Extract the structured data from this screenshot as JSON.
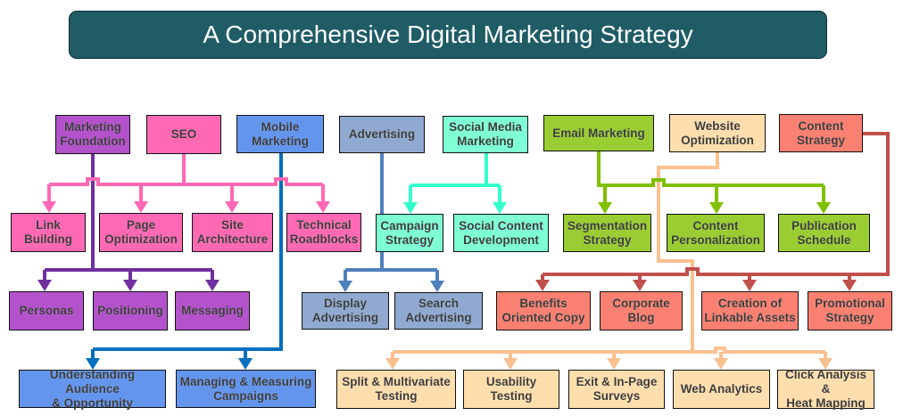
{
  "title": "A Comprehensive Digital Marketing Strategy",
  "colors": {
    "title_bg": "#1f5c66",
    "purple": "#b452cc",
    "purple_line": "#7030a0",
    "pink": "#ff69b4",
    "pink_line": "#ff5c8a",
    "blue": "#6495ed",
    "blue_line": "#0070c0",
    "steel": "#8fa9d0",
    "steel_line": "#4f81bd",
    "aqua": "#7fffd4",
    "aqua_line": "#33ffcc",
    "green": "#9acd32",
    "green_line": "#80c000",
    "peach": "#ffdead",
    "peach_line": "#fac090",
    "salmon": "#fa8072",
    "salmon_line": "#c0504d"
  },
  "categories": {
    "marketing_foundation": "Marketing\nFoundation",
    "seo": "SEO",
    "mobile_marketing": "Mobile\nMarketing",
    "advertising": "Advertising",
    "social_media_marketing": "Social Media\nMarketing",
    "email_marketing": "Email Marketing",
    "website_optimization": "Website\nOptimization",
    "content_strategy": "Content\nStrategy"
  },
  "items": {
    "link_building": "Link\nBuilding",
    "page_optimization": "Page\nOptimization",
    "site_architecture": "Site\nArchitecture",
    "technical_roadblocks": "Technical\nRoadblocks",
    "campaign_strategy": "Campaign\nStrategy",
    "social_content_development": "Social Content\nDevelopment",
    "segmentation_strategy": "Segmentation\nStrategy",
    "content_personalization": "Content\nPersonalization",
    "publication_schedule": "Publication\nSchedule",
    "personas": "Personas",
    "positioning": "Positioning",
    "messaging": "Messaging",
    "display_advertising": "Display\nAdvertising",
    "search_advertising": "Search\nAdvertising",
    "benefits_oriented_copy": "Benefits\nOriented Copy",
    "corporate_blog": "Corporate\nBlog",
    "creation_of_linkable_assets": "Creation of\nLinkable Assets",
    "promotional_strategy": "Promotional\nStrategy",
    "understanding_audience": "Understanding Audience\n& Opportunity",
    "managing_measuring_campaigns": "Managing & Measuring\nCampaigns",
    "split_multivariate_testing": "Split & Multivariate\nTesting",
    "usability_testing": "Usability\nTesting",
    "exit_inpage_surveys": "Exit & In-Page\nSurveys",
    "web_analytics": "Web Analytics",
    "click_analysis_heat_mapping": "Click Analysis &\nHeat Mapping"
  }
}
